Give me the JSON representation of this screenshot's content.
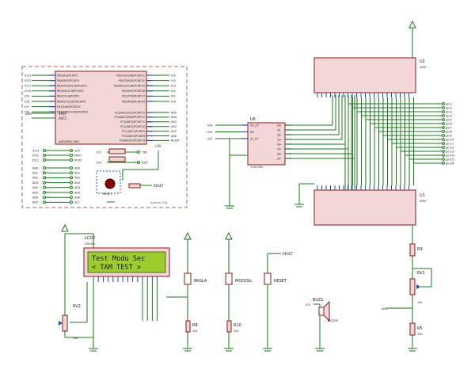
{
  "arduino": {
    "name": "ARDUINO UNO",
    "ref": "Arduino 328",
    "left_pins": [
      "PB5/SCK/PCINT5",
      "PB4/MISO/PCINT4",
      "PB3/MOSI/OC2A/PCINT3",
      "PB2/SS/OC1B/PCINT2",
      "PB1/OC1A/PCINT1",
      "PB0/ICP1/CLKO/PCINT0",
      "PD7/AIN1/PCINT23",
      "PD6/AIN0/OC0A/PCINT22"
    ],
    "right_pins": [
      "PD5/T1/OC0B/PCINT21",
      "PD4/T0/XCK/PCINT20",
      "PD3/INT1/OC2B/PCINT19",
      "PD2/INT0/PCINT18",
      "PD1/TXD/PCINT17",
      "PD0/RXD/PCINT16",
      "PC5/ADC5/SCL/PCINT13",
      "PC4/ADC4/SDA/PCINT12",
      "PC3/ADC3/PCINT11",
      "PC2/ADC2/PCINT10",
      "PC1/ADC1/PCINT9",
      "PC0/ADC0/PCINT8",
      "PC6/RESET/PCINT14"
    ],
    "left_io": [
      "IO13",
      "IO12",
      "IO11",
      "IO10",
      "IO9",
      "IO8",
      "IO7",
      "IO6"
    ],
    "right_io": [
      "IO5",
      "IO4",
      "IO3",
      "IO2",
      "IO1",
      "IO0",
      "AD5",
      "AD4",
      "AD3",
      "AD2",
      "AD1",
      "AD0",
      "RESET"
    ],
    "aref": "AREF",
    "avcc": "AVCC",
    "spi_in": [
      "IO13",
      "IO12",
      "IO11"
    ],
    "spi_out": [
      "SCK",
      "MISO",
      "MOSI"
    ],
    "serial_in": [
      "IO1",
      "IO0"
    ],
    "serial_out": [
      "TXD",
      "RXD"
    ],
    "ad_in": [
      "AD0",
      "AD1",
      "AD2",
      "AD3",
      "AD4",
      "AD5",
      "AD4",
      "AD5"
    ],
    "ad_out": [
      "AD0",
      "AD1",
      "AD2",
      "AD3",
      "AD4",
      "AD5",
      "SDA",
      "SCL"
    ],
    "reset_label": "RESET",
    "reset_btn": "RESET",
    "vcc": "+5V"
  },
  "u6": {
    "name": "U6",
    "part": "74HC595",
    "inputs": [
      "SH_CP",
      "DS",
      "ST_CP"
    ],
    "io": [
      "IO6",
      "IO4",
      "IO5"
    ],
    "outputs": [
      "Q0",
      "Q1",
      "Q2",
      "Q3",
      "Q4",
      "Q5",
      "Q6",
      "Q7"
    ]
  },
  "u2": {
    "name": "U2",
    "part": "4067"
  },
  "u1": {
    "name": "U1",
    "part": "4067"
  },
  "pins": [
    "pin1",
    "pin2",
    "pin3",
    "pin4",
    "pin5",
    "pin6",
    "pin7",
    "pin8",
    "pin9",
    "pin10",
    "pin11",
    "pin12",
    "pin13",
    "pin14",
    "pin15",
    "pin16"
  ],
  "lcd": {
    "name": "LCD2",
    "part": "LM016L",
    "line1": "Test Modu Sec",
    "line2": "< TAM TEST >"
  },
  "rv2": {
    "name": "RV2",
    "value": "10k"
  },
  "buttons": {
    "basla": "BASLA",
    "modsil": "MOD/SIL",
    "reset": "RESET",
    "reset_net": "RESET"
  },
  "r8": {
    "name": "R8",
    "value": "10k"
  },
  "r10": {
    "name": "R10",
    "value": "10k"
  },
  "buzzer": {
    "name": "BUZ1",
    "part": "BUZZER",
    "net": "IO3"
  },
  "r9": {
    "name": "R9"
  },
  "rv1": {
    "name": "RV1",
    "value": "10k"
  },
  "r5": {
    "name": "R5",
    "value": "10k"
  },
  "ad_net": "AD0",
  "colors": {
    "wire": "#1a7a1a",
    "chip_fill": "#f3d7d7",
    "chip_border": "#8b1a1a",
    "pin": "#1e4db7",
    "lcd_screen": "#9dcc2d"
  }
}
